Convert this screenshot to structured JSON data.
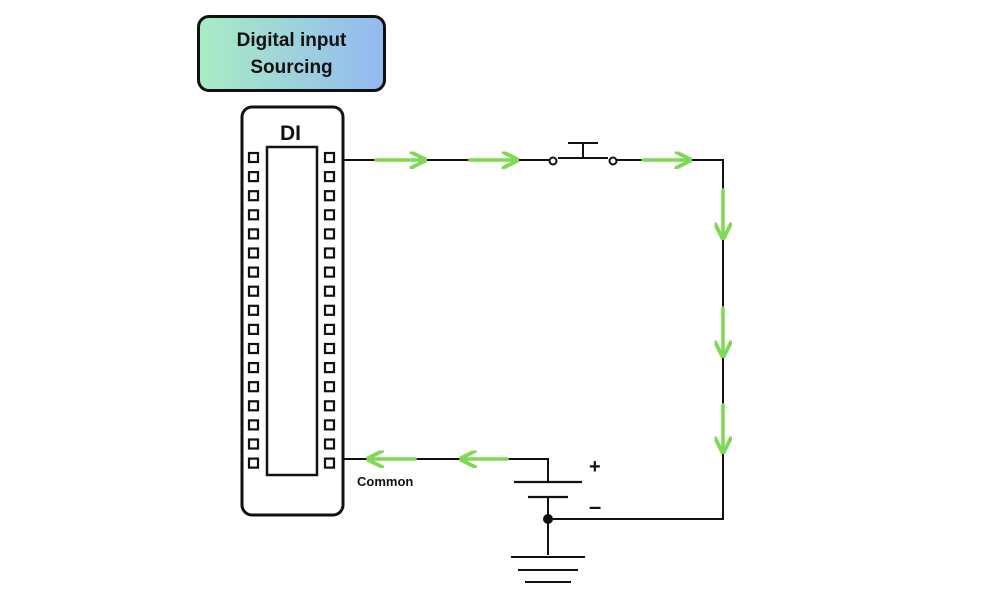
{
  "title": {
    "line1": "Digital input",
    "line2": "Sourcing"
  },
  "module": {
    "label": "DI"
  },
  "labels": {
    "common": "Common",
    "plus": "+",
    "minus": "–"
  },
  "colors": {
    "wire": "#111111",
    "current_arrow": "#7ed957",
    "title_gradient": [
      "#a8ecc4",
      "#93b9f2"
    ]
  },
  "terminals_per_side": 17
}
